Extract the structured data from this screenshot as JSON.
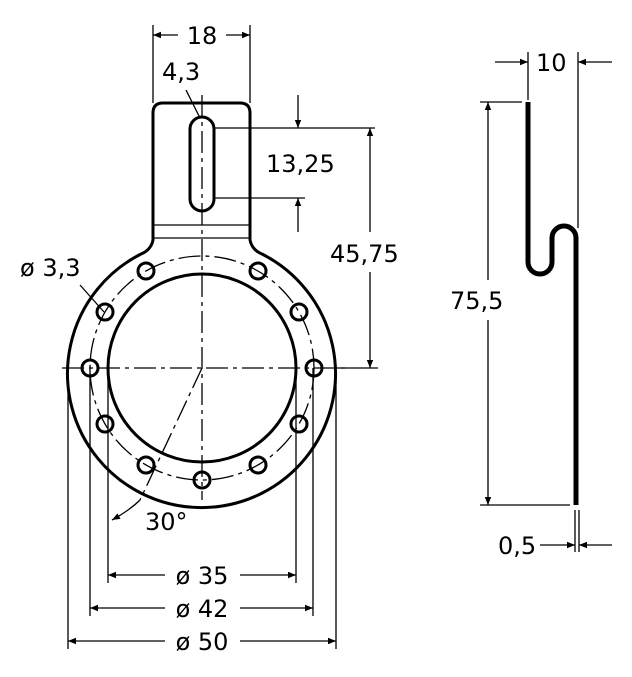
{
  "drawing": {
    "front_view": {
      "dimensions": {
        "tab_width": "18",
        "slot_width": "4,3",
        "slot_length": "13,25",
        "slot_to_center": "45,75",
        "hole_diameter": "ø 3,3",
        "hole_angle": "30°",
        "bore_diameter": "ø 35",
        "bolt_circle_diameter": "ø 42",
        "outer_diameter": "ø 50"
      },
      "hole_count": 11
    },
    "side_view": {
      "dimensions": {
        "depth": "10",
        "height": "75,5",
        "thickness": "0,5"
      }
    }
  }
}
